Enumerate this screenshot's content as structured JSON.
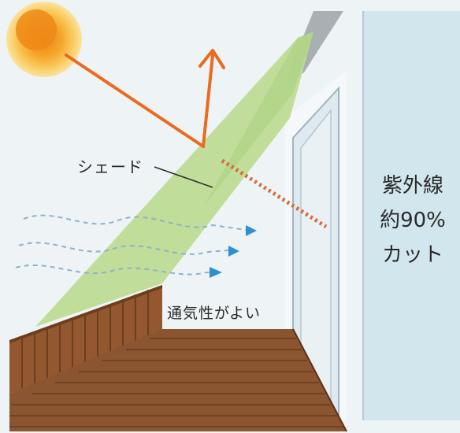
{
  "labels": {
    "shade": "シェード",
    "ventilation": "通気性がよい"
  },
  "uv_panel": {
    "line1": "紫外線",
    "line2": "約90%",
    "line3": "カット"
  },
  "colors": {
    "background": "#eef4f6",
    "sun_core": "#f0921a",
    "sun_glow": "#fbd36c",
    "arrow": "#ea6a1e",
    "shade": "#b8d890",
    "deck": "#8a5530",
    "fence": "#93582f",
    "wind": "#8fb2c8",
    "wind_arrowhead": "#2f8fd4",
    "window_panel": "#d2e6ee",
    "uv_dots": "#d86a3a"
  },
  "icons": [
    "sun-icon",
    "reflection-arrow-icon",
    "wind-arrow-icon"
  ]
}
